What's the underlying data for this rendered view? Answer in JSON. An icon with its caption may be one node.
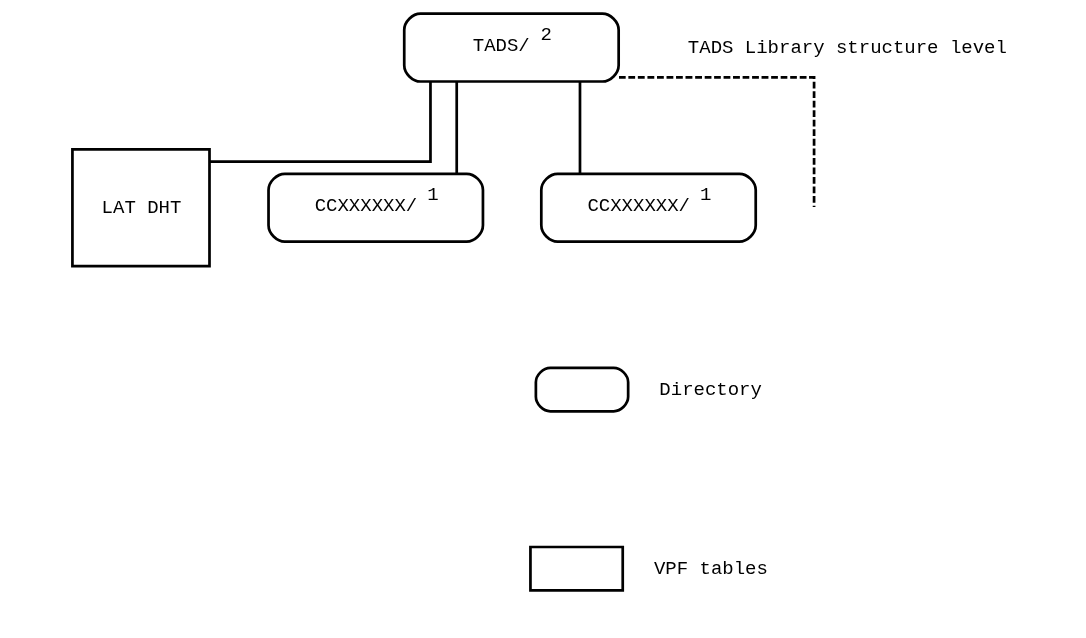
{
  "diagram": {
    "nodes": [
      {
        "text": [
          "TADS/ $^{2}$"
        ]
      },
      {
        "text": [
          "LAT DHT"
        ]
      },
      {
        "text": [
          "CCXXXXXX/ $^{1}$"
        ]
      },
      {
        "text": [
          "CCXXXXXX/ $^{1}$"
        ]
      }
    ],
    "edges": [
      {
        "from": 0,
        "to": 1,
        "arrow": "none"
      },
      {
        "from": 0,
        "to": 2,
        "arrow": "none"
      },
      {
        "from": 0,
        "to": 3,
        "arrow": "none"
      },
      {
        "from": 0,
        "to": null,
        "arrow": "none",
        "style": "dashed"
      }
    ],
    "labels": [
      "TADS Library structure level"
    ],
    "legend": [
      {
        "text": "Directory"
      },
      {
        "text": "VPF tables"
      }
    ]
  }
}
